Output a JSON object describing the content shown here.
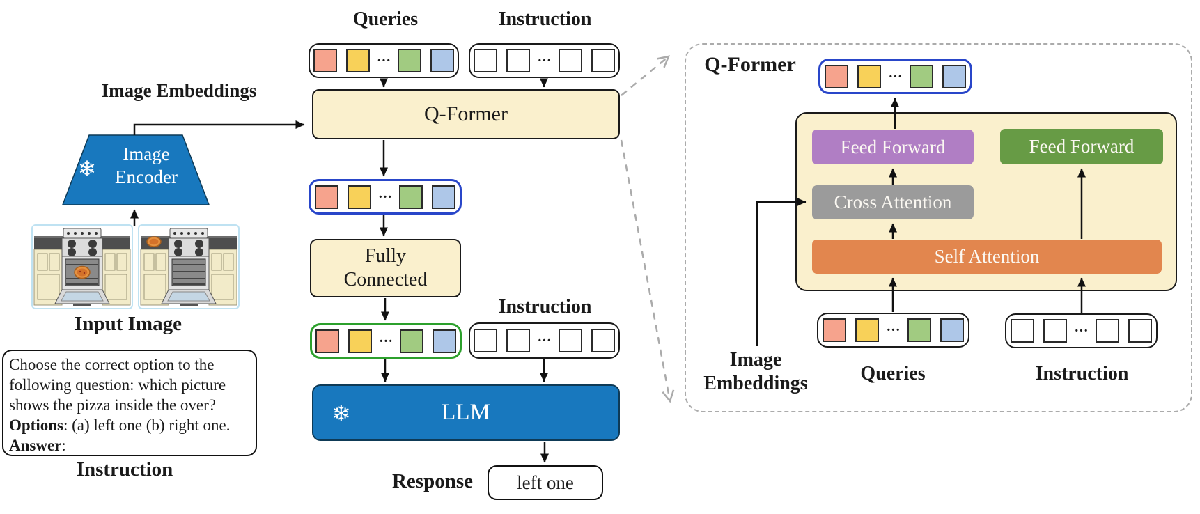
{
  "colors": {
    "cream": "#FAF0CD",
    "box-border": "#1A1A1A",
    "blue": "#1878BE",
    "token-salmon": "#F6A38D",
    "token-yellow": "#F8D159",
    "token-green": "#A1CB81",
    "token-blue": "#AEC7E8",
    "row-blue": "#2946C9",
    "row-green": "#2CA02C",
    "purple": "#B07EC4",
    "gray": "#9B9B9B",
    "orange": "#E2864E",
    "green": "#679B45",
    "dash": "#ABABAB"
  },
  "main": {
    "queries_label": "Queries",
    "instruction_label_top": "Instruction",
    "image_embeddings_label": "Image Embeddings",
    "encoder_line1": "Image",
    "encoder_line2": "Encoder",
    "snowflake": "❄",
    "dots": "···",
    "qformer_label": "Q-Former",
    "fully_connected_line1": "Fully",
    "fully_connected_line2": "Connected",
    "instruction_label_mid": "Instruction",
    "llm_label": "LLM",
    "input_image_label": "Input Image",
    "instruction_text": {
      "line1": "Choose the correct option to the",
      "line2": "following question: which picture",
      "line3": "shows the pizza inside the over?",
      "options_bold": "Options",
      "options_rest": ": (a) left one (b) right one.",
      "answer_bold": "Answer",
      "answer_rest": ":"
    },
    "instruction_caption": "Instruction",
    "response_label": "Response",
    "response_value": "left one"
  },
  "detail": {
    "qformer_label": "Q-Former",
    "feed_forward_left": "Feed Forward",
    "feed_forward_right": "Feed Forward",
    "cross_attention": "Cross Attention",
    "self_attention": "Self Attention",
    "image_embeddings_line1": "Image",
    "image_embeddings_line2": "Embeddings",
    "queries_label": "Queries",
    "instruction_label": "Instruction"
  }
}
